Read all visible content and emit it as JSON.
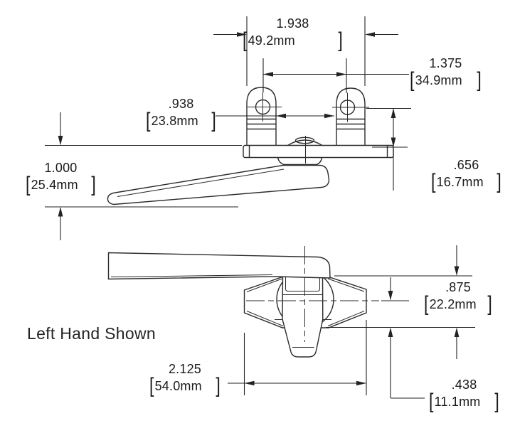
{
  "caption": "Left Hand Shown",
  "colors": {
    "line": "#2b2b2b",
    "dimension_line": "#222222",
    "text": "#1a1a1a",
    "background": "#ffffff"
  },
  "dimensions": {
    "overall_width": {
      "inches": "1.938",
      "open": "[",
      "mm": "49.2mm",
      "close": "]"
    },
    "hole_spacing": {
      "inches": "1.375",
      "open": "[",
      "mm": "34.9mm",
      "close": "]"
    },
    "ear_gap": {
      "inches": ".938",
      "open": "[",
      "mm": "23.8mm",
      "close": "]"
    },
    "handle_height": {
      "inches": "1.000",
      "open": "[",
      "mm": "25.4mm",
      "close": "]"
    },
    "base_to_center": {
      "inches": ".656",
      "open": "[",
      "mm": "16.7mm",
      "close": "]"
    },
    "base_depth": {
      "inches": ".875",
      "open": "[",
      "mm": "22.2mm",
      "close": "]"
    },
    "base_width": {
      "inches": "2.125",
      "open": "[",
      "mm": "54.0mm",
      "close": "]"
    },
    "cam_offset": {
      "inches": ".438",
      "open": "[",
      "mm": "11.1mm",
      "close": "]"
    }
  }
}
